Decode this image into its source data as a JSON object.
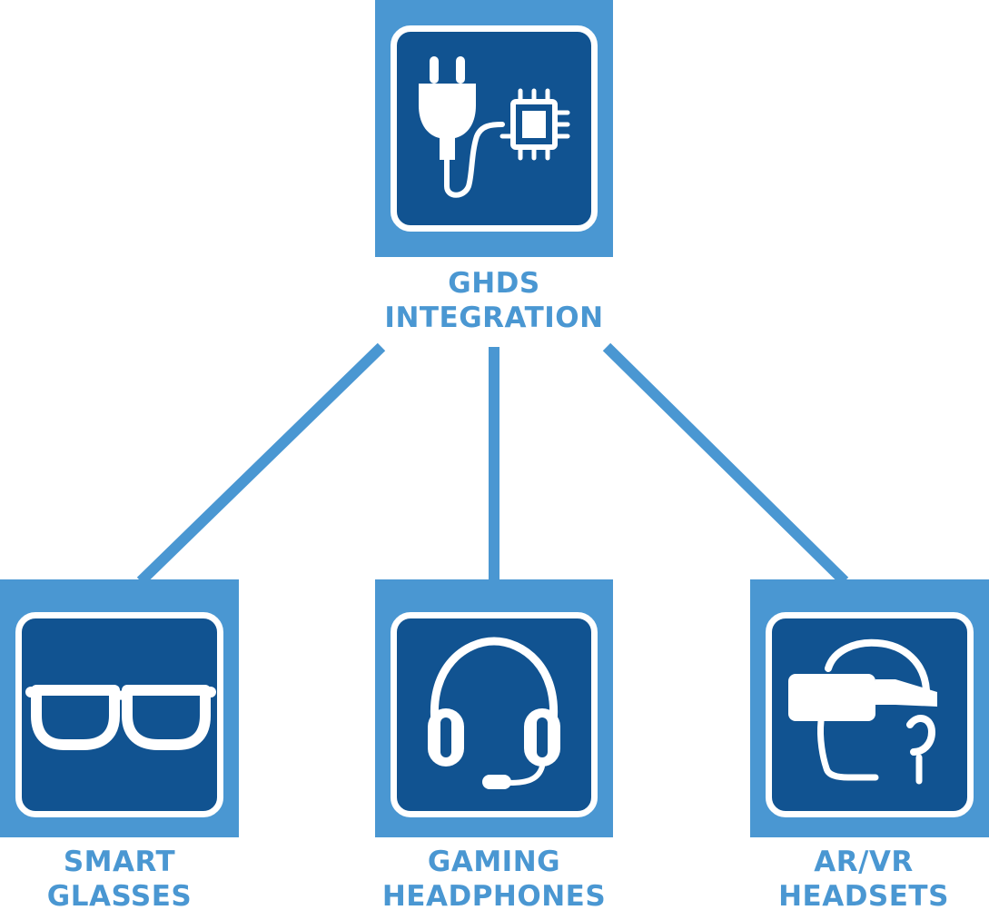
{
  "colors": {
    "tile": "#4a97d2",
    "inner": "#115391",
    "stroke": "#ffffff",
    "text": "#4a97d2",
    "line": "#4a97d2"
  },
  "hub": {
    "icon": "plug-chip-icon",
    "label_line1": "GHDS",
    "label_line2": "INTEGRATION"
  },
  "devices": [
    {
      "icon": "glasses-icon",
      "label_line1": "SMART",
      "label_line2": "GLASSES"
    },
    {
      "icon": "headphones-icon",
      "label_line1": "GAMING",
      "label_line2": "HEADPHONES"
    },
    {
      "icon": "vr-headset-icon",
      "label_line1": "AR/VR",
      "label_line2": "HEADSETS"
    }
  ]
}
